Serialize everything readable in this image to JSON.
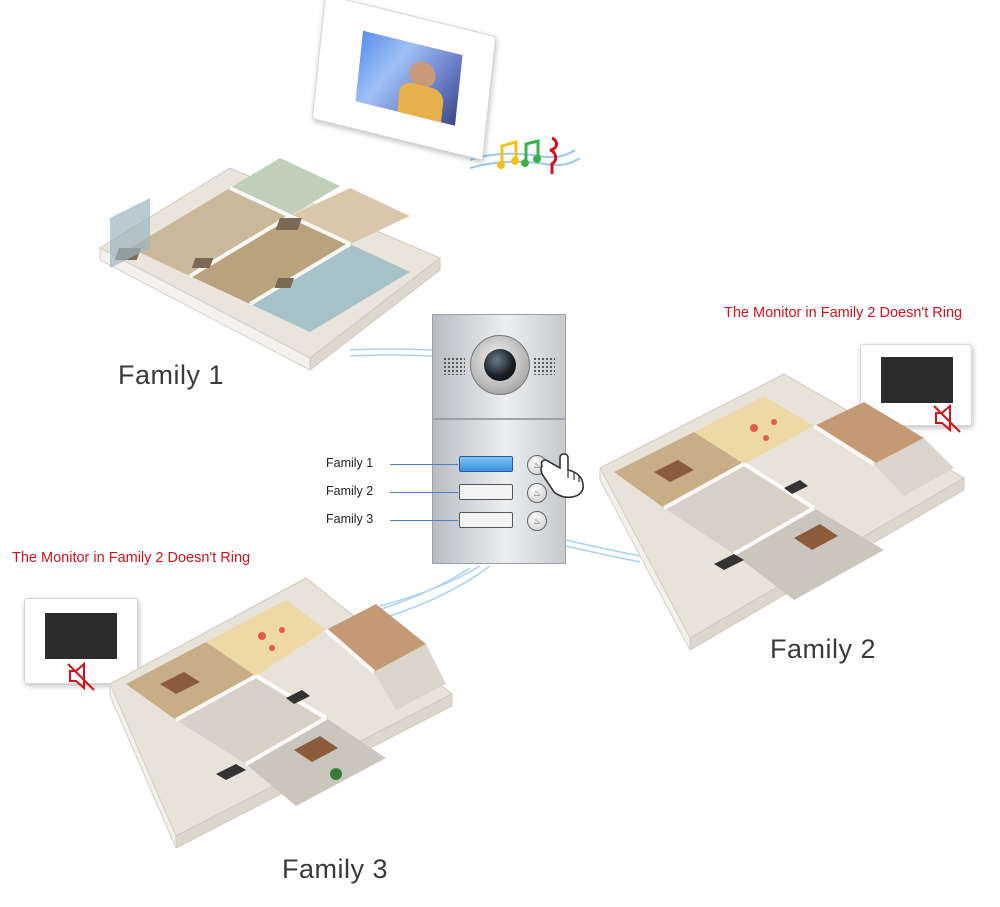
{
  "families": [
    {
      "title": "Family 1"
    },
    {
      "title": "Family 2"
    },
    {
      "title": "Family 3"
    }
  ],
  "door_station": {
    "labels": [
      "Family 1",
      "Family 2",
      "Family 3"
    ],
    "active_button": "Family 1"
  },
  "warnings": {
    "family2": "The Monitor in Family 2 Doesn't Ring",
    "family3": "The Monitor in Family 2 Doesn't Ring"
  },
  "icons": {
    "camera": "camera-lens-icon",
    "bell": "doorbell-icon",
    "hand": "pointing-hand-icon",
    "music": "music-notes-icon",
    "mute": "speaker-mute-icon"
  },
  "colors": {
    "warning_text": "#d0121b",
    "lit_button": "#3d8fd8",
    "signal_lines": "#9cc8ec"
  }
}
